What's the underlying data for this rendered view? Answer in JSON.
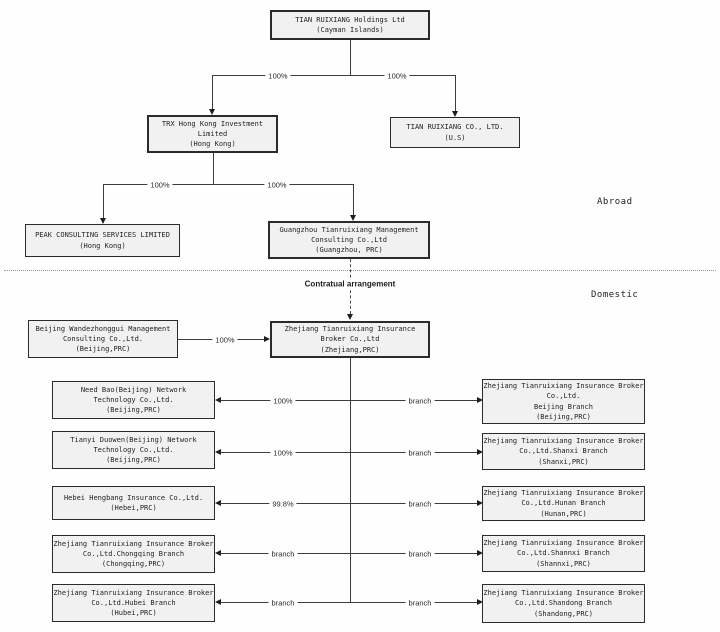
{
  "sections": {
    "abroad": "Abroad",
    "domestic": "Domestic"
  },
  "arrangement_label": "Contratual arrangement",
  "theme": {
    "box_fill": "#f1f1f1",
    "box_border": "#2b2b2b",
    "line_color": "#3c3c3c"
  },
  "nodes": {
    "holdings": {
      "lines": [
        "TIAN RUIXIANG Holdings Ltd",
        "(Cayman Islands)"
      ]
    },
    "trx_hk": {
      "lines": [
        "TRX Hong Kong Investment",
        "Limited",
        "(Hong Kong)"
      ]
    },
    "trx_us": {
      "lines": [
        "TIAN RUIXIANG CO., LTD.",
        "(U.S)"
      ]
    },
    "peak": {
      "lines": [
        "PEAK CONSULTING SERVICES LIMITED",
        "(Hong Kong)"
      ]
    },
    "guangzhou": {
      "lines": [
        "Guangzhou Tianruixiang Management",
        "Consulting Co.,Ltd",
        "(Guangzhou, PRC)"
      ]
    },
    "wandezhonggui": {
      "lines": [
        "Beijing Wandezhonggui Management",
        "Consulting Co.,Ltd.",
        "(Beijing,PRC)"
      ]
    },
    "zhejiang": {
      "lines": [
        "Zhejiang Tianruixiang Insurance",
        "Broker Co.,Ltd",
        "(Zhejiang,PRC)"
      ]
    }
  },
  "ownership_labels": {
    "holdings_to_trx_hk": "100%",
    "holdings_to_trx_us": "100%",
    "trx_hk_to_peak": "100%",
    "trx_hk_to_guangzhou": "100%",
    "wandezhonggui_to_zhejiang": "100%"
  },
  "rows": [
    {
      "left": {
        "lines": [
          "Need Bao(Beijing) Network",
          "Technology Co.,Ltd.",
          "(Beijing,PRC)"
        ]
      },
      "left_label": "100%",
      "right_label": "branch",
      "right": {
        "lines": [
          "Zhejiang Tianruixiang Insurance Broker",
          "Co.,Ltd.",
          "Beijing Branch",
          "(Beijing,PRC)"
        ]
      }
    },
    {
      "left": {
        "lines": [
          "Tianyi Duowen(Beijing) Network",
          "Technology Co.,Ltd.",
          "(Beijing,PRC)"
        ]
      },
      "left_label": "100%",
      "right_label": "branch",
      "right": {
        "lines": [
          "Zhejiang Tianruixiang Insurance Broker",
          "Co.,Ltd.Shanxi Branch",
          "(Shanxi,PRC)"
        ]
      }
    },
    {
      "left": {
        "lines": [
          "Hebei Hengbang Insurance Co.,Ltd.",
          "(Hebei,PRC)"
        ]
      },
      "left_label": "99.8%",
      "right_label": "branch",
      "right": {
        "lines": [
          "Zhejiang Tianruixiang Insurance Broker",
          "Co.,Ltd.Hunan Branch",
          "(Hunan,PRC)"
        ]
      }
    },
    {
      "left": {
        "lines": [
          "Zhejiang Tianruixiang Insurance Broker",
          "Co.,Ltd.Chongqing Branch",
          "(Chongqing,PRC)"
        ]
      },
      "left_label": "branch",
      "right_label": "branch",
      "right": {
        "lines": [
          "Zhejiang Tianruixiang Insurance Broker",
          "Co.,Ltd.Shannxi Branch",
          "(Shannxi,PRC)"
        ]
      }
    },
    {
      "left": {
        "lines": [
          "Zhejiang Tianruixiang Insurance Broker",
          "Co.,Ltd.Hubei Branch",
          "(Hubei,PRC)"
        ]
      },
      "left_label": "branch",
      "right_label": "branch",
      "right": {
        "lines": [
          "Zhejiang Tianruixiang Insurance Broker",
          "Co.,Ltd.Shandong Branch",
          "(Shandong,PRC)"
        ]
      }
    }
  ]
}
